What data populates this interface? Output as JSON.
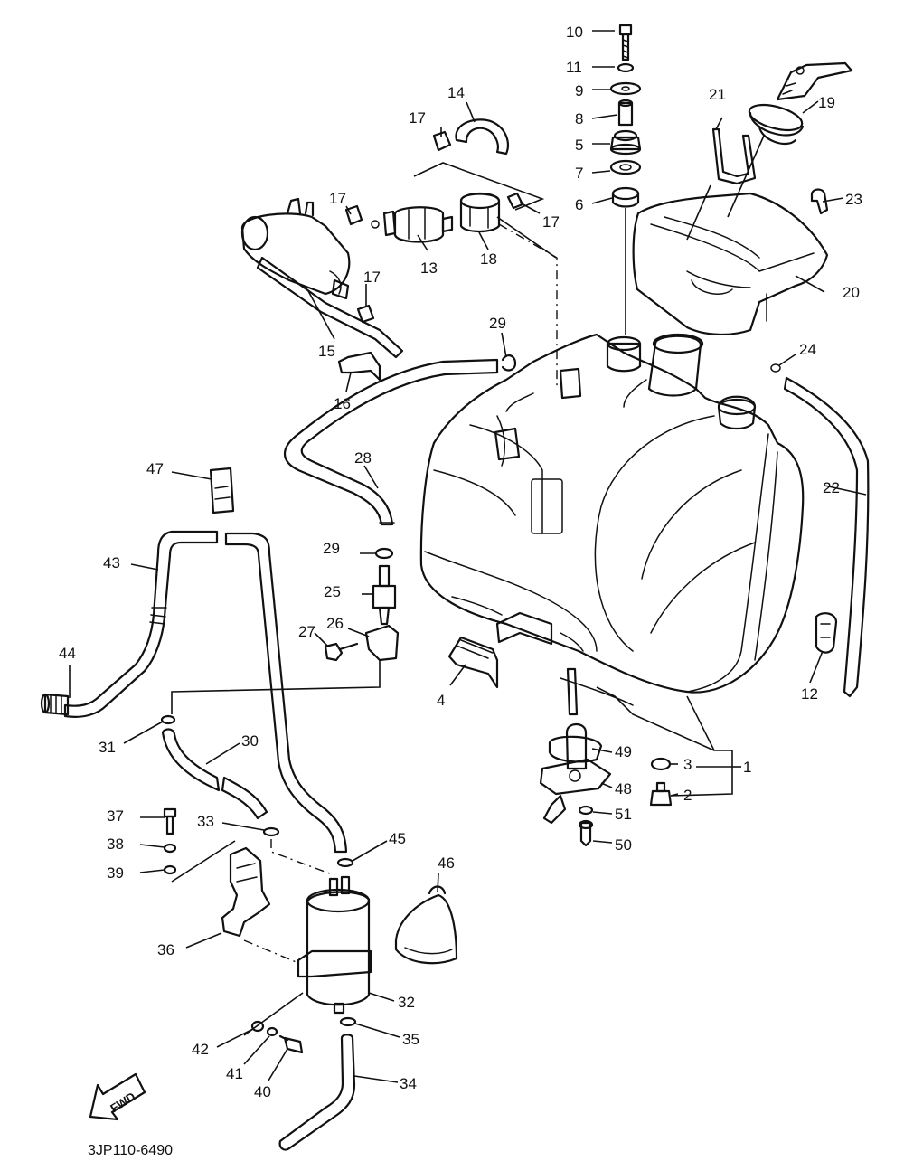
{
  "diagram_code": "3JP110-6490",
  "fwd_label": "FWD",
  "callouts": [
    {
      "id": "c1",
      "text": "1"
    },
    {
      "id": "c2",
      "text": "2"
    },
    {
      "id": "c3",
      "text": "3"
    },
    {
      "id": "c4",
      "text": "4"
    },
    {
      "id": "c5",
      "text": "5"
    },
    {
      "id": "c6",
      "text": "6"
    },
    {
      "id": "c7",
      "text": "7"
    },
    {
      "id": "c8",
      "text": "8"
    },
    {
      "id": "c9",
      "text": "9"
    },
    {
      "id": "c10",
      "text": "10"
    },
    {
      "id": "c11",
      "text": "11"
    },
    {
      "id": "c12",
      "text": "12"
    },
    {
      "id": "c13",
      "text": "13"
    },
    {
      "id": "c14",
      "text": "14"
    },
    {
      "id": "c15",
      "text": "15"
    },
    {
      "id": "c16",
      "text": "16"
    },
    {
      "id": "c17a",
      "text": "17"
    },
    {
      "id": "c17b",
      "text": "17"
    },
    {
      "id": "c17c",
      "text": "17"
    },
    {
      "id": "c17d",
      "text": "17"
    },
    {
      "id": "c18",
      "text": "18"
    },
    {
      "id": "c19",
      "text": "19"
    },
    {
      "id": "c20",
      "text": "20"
    },
    {
      "id": "c21",
      "text": "21"
    },
    {
      "id": "c22",
      "text": "22"
    },
    {
      "id": "c23",
      "text": "23"
    },
    {
      "id": "c24",
      "text": "24"
    },
    {
      "id": "c25",
      "text": "25"
    },
    {
      "id": "c26",
      "text": "26"
    },
    {
      "id": "c27",
      "text": "27"
    },
    {
      "id": "c28",
      "text": "28"
    },
    {
      "id": "c29a",
      "text": "29"
    },
    {
      "id": "c29b",
      "text": "29"
    },
    {
      "id": "c30",
      "text": "30"
    },
    {
      "id": "c31",
      "text": "31"
    },
    {
      "id": "c32",
      "text": "32"
    },
    {
      "id": "c33",
      "text": "33"
    },
    {
      "id": "c34",
      "text": "34"
    },
    {
      "id": "c35",
      "text": "35"
    },
    {
      "id": "c36",
      "text": "36"
    },
    {
      "id": "c37",
      "text": "37"
    },
    {
      "id": "c38",
      "text": "38"
    },
    {
      "id": "c39",
      "text": "39"
    },
    {
      "id": "c40",
      "text": "40"
    },
    {
      "id": "c41",
      "text": "41"
    },
    {
      "id": "c42",
      "text": "42"
    },
    {
      "id": "c43",
      "text": "43"
    },
    {
      "id": "c44",
      "text": "44"
    },
    {
      "id": "c45",
      "text": "45"
    },
    {
      "id": "c46",
      "text": "46"
    },
    {
      "id": "c47",
      "text": "47"
    },
    {
      "id": "c48",
      "text": "48"
    },
    {
      "id": "c49",
      "text": "49"
    },
    {
      "id": "c50",
      "text": "50"
    },
    {
      "id": "c51",
      "text": "51"
    }
  ]
}
